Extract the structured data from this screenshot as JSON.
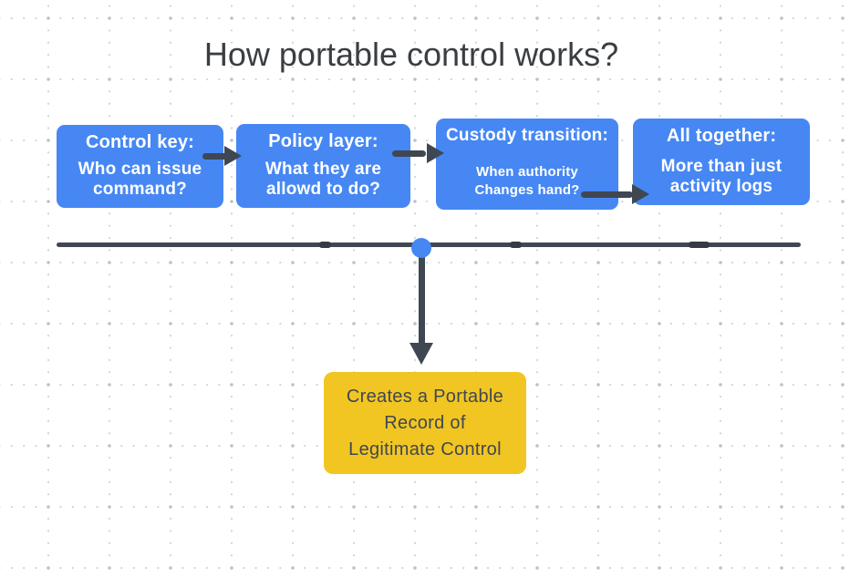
{
  "title": "How portable control works?",
  "flow_boxes": [
    {
      "heading": "Control key:",
      "body": [
        "Who can issue",
        "command?"
      ]
    },
    {
      "heading": "Policy layer:",
      "body": [
        "What they are",
        "allowd to do?"
      ]
    },
    {
      "heading": "Custody transition:",
      "body": [
        "When authority",
        "Changes hand?"
      ]
    },
    {
      "heading": "All together:",
      "body": [
        "More than just",
        "activity logs"
      ]
    }
  ],
  "result_box": {
    "lines": [
      "Creates a Portable",
      "Record of",
      "Legitimate Control"
    ]
  },
  "colors": {
    "blue": "#4687F4",
    "slate": "#3F4753",
    "yellow": "#F2C622",
    "ink": "#3A3E42",
    "dot": "#CCD6DC",
    "dot_strong": "#B5C3CB",
    "white": "#FFFFFF"
  }
}
